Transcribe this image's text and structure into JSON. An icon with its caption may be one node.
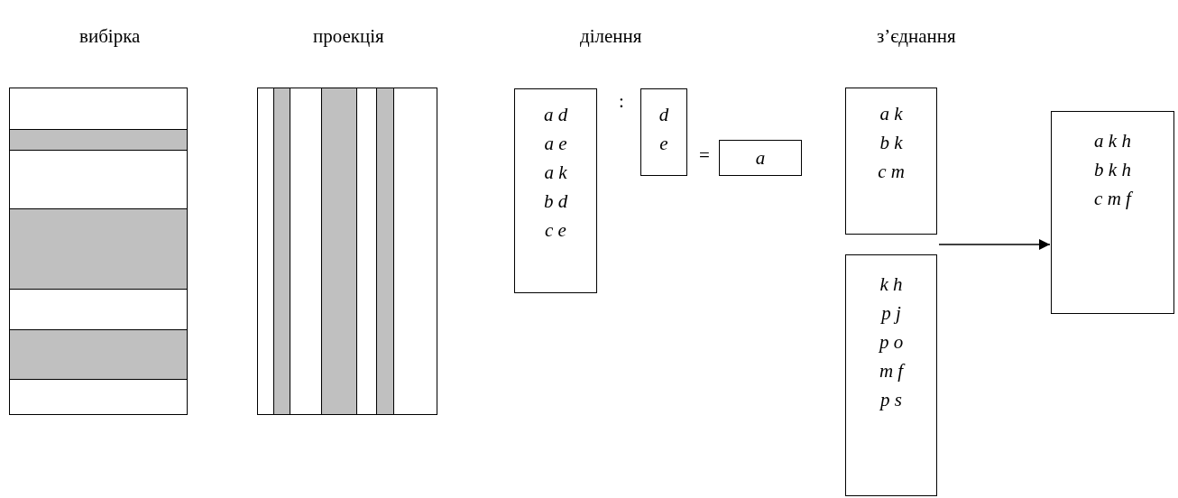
{
  "diagram": {
    "nodes": [
      {
        "text": [],
        "shape": "box"
      },
      {
        "text": [],
        "shape": "box"
      },
      {
        "text": [
          "a d",
          "a e",
          "a k",
          "b d",
          "c e"
        ]
      },
      {
        "text": [
          "d",
          "e"
        ]
      },
      {
        "text": [
          "a"
        ]
      },
      {
        "text": [
          "a k",
          "b k",
          "c m"
        ]
      },
      {
        "text": [
          "k h",
          "p j",
          "p o",
          "m f",
          "p s"
        ]
      },
      {
        "text": [
          "a k h",
          "b k h",
          "c m f"
        ]
      }
    ],
    "edges": [
      {
        "from": 5,
        "to": 7,
        "arrow": "to"
      },
      {
        "from": 6,
        "to": 7,
        "arrow": "to"
      }
    ],
    "labels": [
      "вибірка",
      "проекція",
      "ділення",
      "з’єднання",
      ":",
      "="
    ]
  }
}
